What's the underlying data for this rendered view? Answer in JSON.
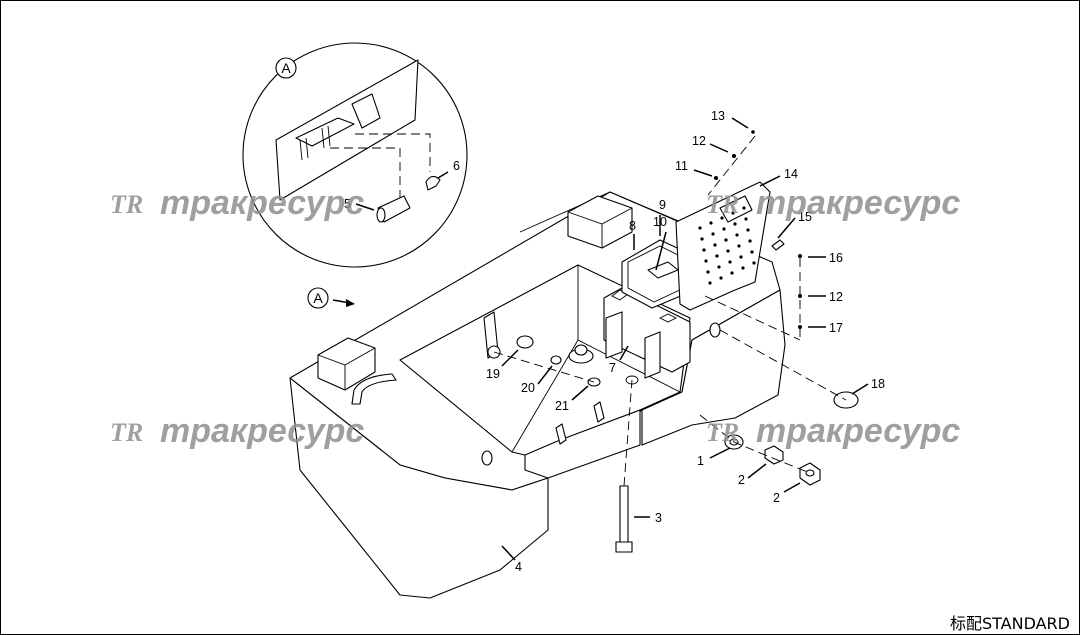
{
  "callouts": [
    {
      "id": "c1",
      "label": "1"
    },
    {
      "id": "c2a",
      "label": "2"
    },
    {
      "id": "c2b",
      "label": "2"
    },
    {
      "id": "c3",
      "label": "3"
    },
    {
      "id": "c4",
      "label": "4"
    },
    {
      "id": "c5",
      "label": "5"
    },
    {
      "id": "c6",
      "label": "6"
    },
    {
      "id": "c7",
      "label": "7"
    },
    {
      "id": "c8",
      "label": "8"
    },
    {
      "id": "c9",
      "label": "9"
    },
    {
      "id": "c10",
      "label": "10"
    },
    {
      "id": "c11",
      "label": "11"
    },
    {
      "id": "c12a",
      "label": "12"
    },
    {
      "id": "c12b",
      "label": "12"
    },
    {
      "id": "c13",
      "label": "13"
    },
    {
      "id": "c14",
      "label": "14"
    },
    {
      "id": "c15",
      "label": "15"
    },
    {
      "id": "c16",
      "label": "16"
    },
    {
      "id": "c17",
      "label": "17"
    },
    {
      "id": "c18",
      "label": "18"
    },
    {
      "id": "c19",
      "label": "19"
    },
    {
      "id": "c20",
      "label": "20"
    },
    {
      "id": "c21",
      "label": "21"
    }
  ],
  "detail_marker": "A",
  "view_marker": "A",
  "watermark": {
    "logo": "TR",
    "text": "тракресурс",
    "color": "#8f8f8f"
  },
  "caption": "标配STANDARD"
}
